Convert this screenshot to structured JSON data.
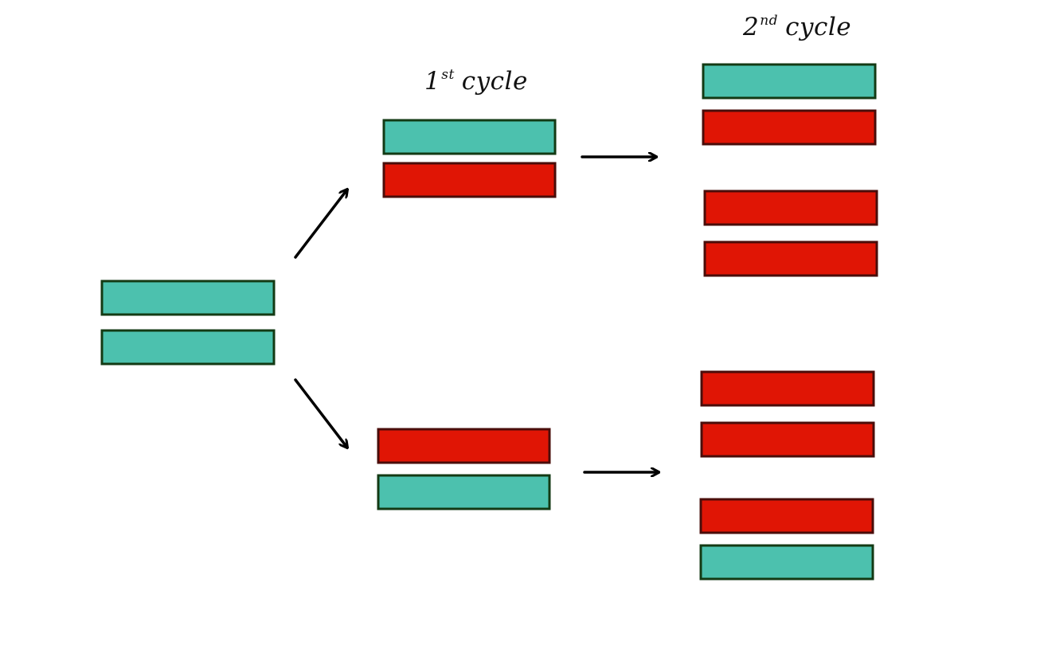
{
  "labels": {
    "cycle1": {
      "number": "1",
      "ordinal": "st",
      "word": "cycle"
    },
    "cycle2": {
      "number": "2",
      "ordinal": "nd",
      "word": "cycle"
    }
  },
  "colors": {
    "parental": "#4CC1AE",
    "new": "#E01505",
    "parental_outline": "#133A14",
    "new_outline": "#4A0D0A",
    "arrow": "#000000"
  },
  "strands": {
    "original": [
      "parental",
      "parental"
    ],
    "cycle1_top": [
      "parental",
      "new"
    ],
    "cycle1_bottom": [
      "new",
      "parental"
    ],
    "cycle2_top_a": [
      "parental",
      "new"
    ],
    "cycle2_top_b": [
      "new",
      "new"
    ],
    "cycle2_bottom_a": [
      "new",
      "new"
    ],
    "cycle2_bottom_b": [
      "new",
      "parental"
    ]
  }
}
